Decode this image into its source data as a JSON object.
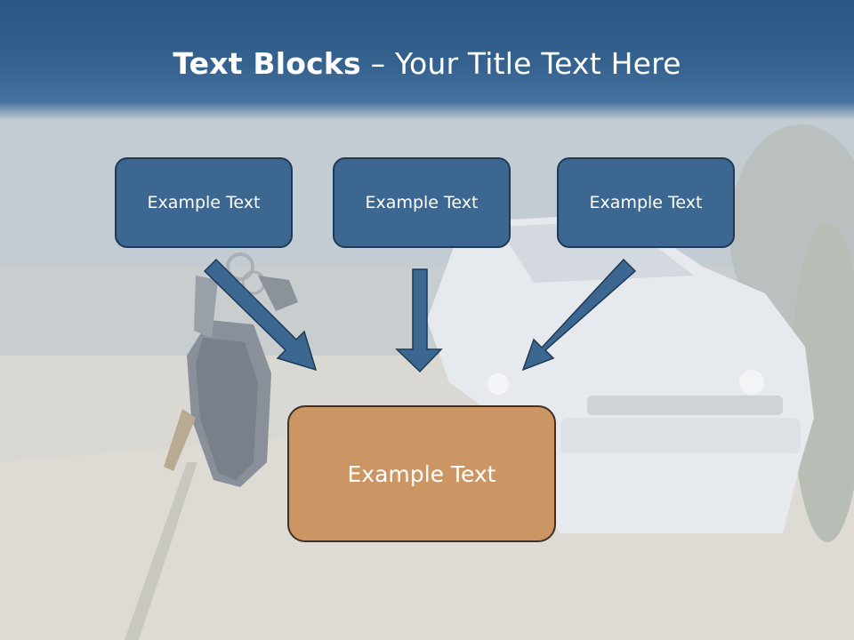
{
  "slide": {
    "title_bold": "Text Blocks",
    "title_dash": " – ",
    "title_rest": "Your Title Text Here"
  },
  "blocks": {
    "top_left": "Example Text",
    "top_center": "Example Text",
    "top_right": "Example Text",
    "main": "Example Text"
  },
  "colors": {
    "header": "#2f5b88",
    "top_box_fill": "#3c6790",
    "top_box_border": "#1f3a56",
    "main_box_fill": "#cc9664",
    "main_box_border": "#3e3128",
    "arrow_fill": "#3c6790"
  },
  "background_image": "car-keys-and-white-car-photo"
}
